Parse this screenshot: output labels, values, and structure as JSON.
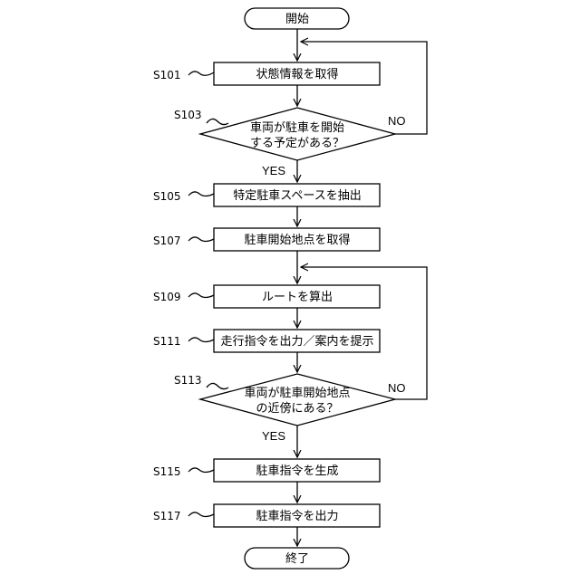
{
  "flowchart": {
    "start": "開始",
    "end": "終了",
    "steps": [
      {
        "id": "S101",
        "text": "状態情報を取得"
      },
      {
        "id": "S103",
        "line1": "車両が駐車を開始",
        "line2": "する予定がある？"
      },
      {
        "id": "S105",
        "text": "特定駐車スペースを抽出"
      },
      {
        "id": "S107",
        "text": "駐車開始地点を取得"
      },
      {
        "id": "S109",
        "text": "ルートを算出"
      },
      {
        "id": "S111",
        "text": "走行指令を出力／案内を提示"
      },
      {
        "id": "S113",
        "line1": "車両が駐車開始地点",
        "line2": "の近傍にある？"
      },
      {
        "id": "S115",
        "text": "駐車指令を生成"
      },
      {
        "id": "S117",
        "text": "駐車指令を出力"
      }
    ],
    "yes_label": "YES",
    "no_label": "NO"
  }
}
